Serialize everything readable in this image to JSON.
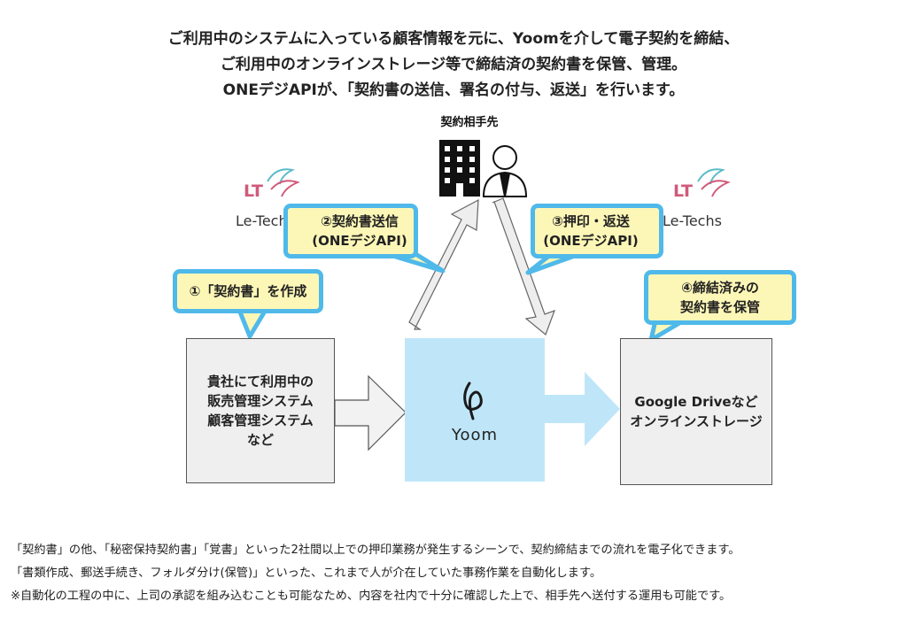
{
  "intro": {
    "line1": "ご利用中のシステムに入っている顧客情報を元に、Yoomを介して電子契約を締結、",
    "line2": "ご利用中のオンラインストレージ等で締結済の契約書を保管、管理。",
    "line3": "ONEデジAPIが、「契約書の送信、署名の付与、返送」を行います。"
  },
  "counterparty": {
    "label": "契約相手先"
  },
  "logos": {
    "left": {
      "mark": "LT",
      "text": "Le-Techs"
    },
    "right": {
      "mark": "LT",
      "text": "Le-Techs"
    }
  },
  "steps": {
    "step1": {
      "line1": "①「契約書」を作成"
    },
    "step2": {
      "line1": "②契約書送信",
      "line2": "(ONEデジAPI)"
    },
    "step3": {
      "line1": "③押印・返送",
      "line2": "(ONEデジAPI)"
    },
    "step4": {
      "line1": "④締結済みの",
      "line2": "契約書を保管"
    }
  },
  "boxes": {
    "source": {
      "line1": "貴社にて利用中の",
      "line2": "販売管理システム",
      "line3": "顧客管理システム",
      "line4": "など"
    },
    "yoom": {
      "name": "Yoom"
    },
    "storage": {
      "line1": "Google Driveなど",
      "line2": "オンラインストレージ"
    }
  },
  "footer": {
    "line1": "「契約書」の他、「秘密保持契約書」「覚書」といった2社間以上での押印業務が発生するシーンで、契約締結までの流れを電子化できます。",
    "line2": "「書類作成、郵送手続き、フォルダ分け(保管)」といった、これまで人が介在していた事務作業を自動化します。",
    "line3": "※自動化の工程の中に、上司の承認を組み込むことも可能なため、内容を社内で十分に確認した上で、相手先へ送付する運用も可能です。"
  },
  "colors": {
    "bubble_fill": "#fdf7b7",
    "bubble_border": "#4fb9ea",
    "yoom_fill": "#bfe6f8",
    "box_fill": "#efefef",
    "logo_pink": "#d05a7a",
    "logo_teal": "#5bbcc8"
  }
}
